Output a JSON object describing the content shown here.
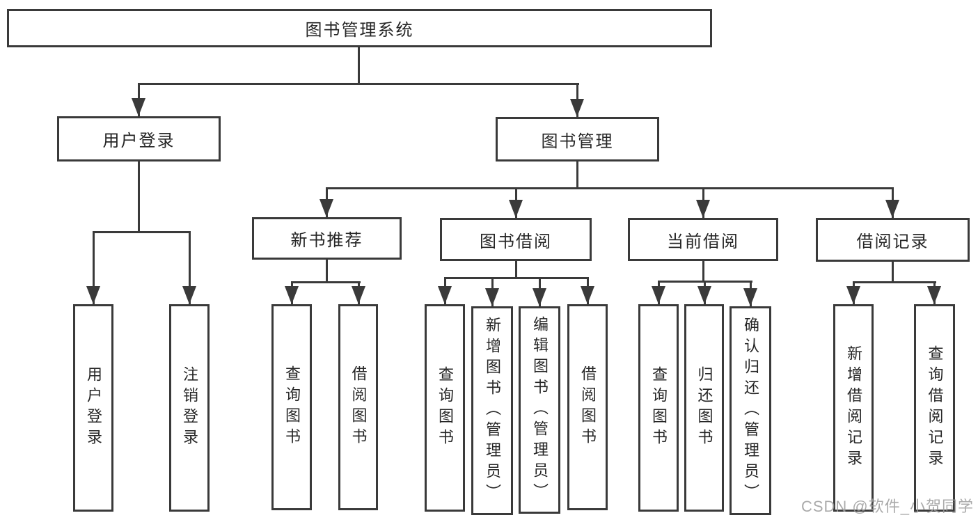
{
  "diagram": {
    "root": {
      "label": "图书管理系统"
    },
    "level2": [
      {
        "id": "user-login",
        "label": "用户登录",
        "parent": "root"
      },
      {
        "id": "book-management",
        "label": "图书管理",
        "parent": "root"
      }
    ],
    "level3": [
      {
        "id": "new-book-recommend",
        "label": "新书推荐",
        "parent": "book-management"
      },
      {
        "id": "book-borrowing",
        "label": "图书借阅",
        "parent": "book-management"
      },
      {
        "id": "current-borrowing",
        "label": "当前借阅",
        "parent": "book-management"
      },
      {
        "id": "borrow-records",
        "label": "借阅记录",
        "parent": "book-management"
      }
    ],
    "leaves": [
      {
        "id": "user-login-leaf",
        "label": "用户登录",
        "parent": "user-login"
      },
      {
        "id": "logout",
        "label": "注销登录",
        "parent": "user-login"
      },
      {
        "id": "query-books-recommend",
        "label": "查询图书",
        "parent": "new-book-recommend"
      },
      {
        "id": "borrow-books-recommend",
        "label": "借阅图书",
        "parent": "new-book-recommend"
      },
      {
        "id": "query-books-borrowing",
        "label": "查询图书",
        "parent": "book-borrowing"
      },
      {
        "id": "add-books-admin",
        "label": "新增图书（管理员）",
        "parent": "book-borrowing"
      },
      {
        "id": "edit-books-admin",
        "label": "编辑图书（管理员）",
        "parent": "book-borrowing"
      },
      {
        "id": "borrow-books-borrowing",
        "label": "借阅图书",
        "parent": "book-borrowing"
      },
      {
        "id": "query-books-current",
        "label": "查询图书",
        "parent": "current-borrowing"
      },
      {
        "id": "return-books",
        "label": "归还图书",
        "parent": "current-borrowing"
      },
      {
        "id": "confirm-return-admin",
        "label": "确认归还（管理员）",
        "parent": "current-borrowing"
      },
      {
        "id": "add-borrow-record",
        "label": "新增借阅记录",
        "parent": "borrow-records"
      },
      {
        "id": "query-borrow-record",
        "label": "查询借阅记录",
        "parent": "borrow-records"
      }
    ]
  },
  "watermark": {
    "text": "CSDN @软件_小贺同学"
  },
  "colors": {
    "line": "#3a3a3a",
    "text": "#262626",
    "background": "#ffffff",
    "watermark": "#9b9b9b"
  }
}
